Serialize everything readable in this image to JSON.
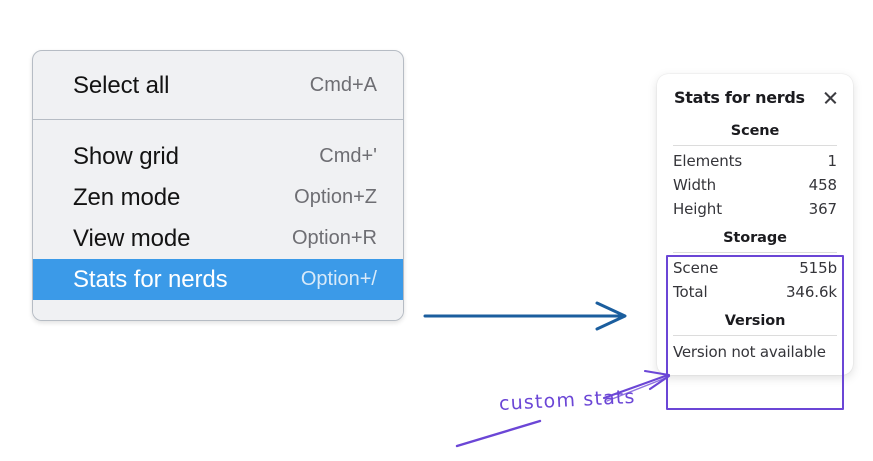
{
  "menu": {
    "sections": [
      {
        "name": "section-top",
        "items": [
          {
            "label": "Select all",
            "shortcut": "Cmd+A",
            "selected": false
          }
        ]
      },
      {
        "name": "section-bottom",
        "items": [
          {
            "label": "Show grid",
            "shortcut": "Cmd+'",
            "selected": false
          },
          {
            "label": "Zen mode",
            "shortcut": "Option+Z",
            "selected": false
          },
          {
            "label": "View mode",
            "shortcut": "Option+R",
            "selected": false
          },
          {
            "label": "Stats for nerds",
            "shortcut": "Option+/",
            "selected": true
          }
        ]
      }
    ],
    "highlight_color": "#3b9ae8",
    "background_color": "#f0f1f3",
    "border_color": "#b6bcc4"
  },
  "stats_panel": {
    "title": "Stats for nerds",
    "close_icon": "close-icon",
    "sections": [
      {
        "heading": "Scene",
        "rows": [
          {
            "key": "Elements",
            "value": "1"
          },
          {
            "key": "Width",
            "value": "458"
          },
          {
            "key": "Height",
            "value": "367"
          }
        ]
      },
      {
        "heading": "Storage",
        "rows": [
          {
            "key": "Scene",
            "value": "515b"
          },
          {
            "key": "Total",
            "value": "346.6k"
          }
        ]
      },
      {
        "heading": "Version",
        "full_rows": [
          "Version not available"
        ]
      }
    ]
  },
  "annotations": {
    "blue_arrow": {
      "color": "#1b5e9e",
      "label": "arrow pointing from menu to stats panel"
    },
    "purple_arrow": {
      "color": "#6b46d6",
      "label": "arrow pointing to version section"
    },
    "handwritten_note": "custom stats",
    "highlight_box_color": "#6b46d6"
  }
}
